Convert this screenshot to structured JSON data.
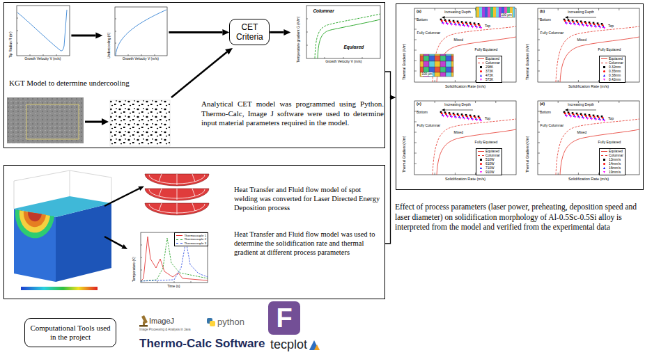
{
  "diagram": {
    "nodes": [
      {
        "text": [
          "KGT Model to determine undercooling",
          "Analytical CET model was programmed using Python. Thermo-Calc, Image J software were used to determine input material parameters required in the model."
        ]
      },
      {
        "text": [
          "Tip Radius R (m)",
          "Growth Velocity V (m/s)"
        ],
        "in": 0
      },
      {
        "text": [
          "Undercooling (K)",
          "Growth Velocity V (m/s)"
        ],
        "in": 0
      },
      {
        "text": [
          "CET Criteria"
        ],
        "in": 0
      },
      {
        "text": [
          "Columnar",
          "Equiaxed",
          "Temperature gradient G (K/m)",
          "Growth Velocity V (m/s)"
        ],
        "in": 0
      },
      {
        "text": [
          "Heat Transfer and Fluid flow model of spot welding was converted for Laser Directed Energy Deposition process",
          "Heat Transfer and Fluid flow model was used to determine the solidification rate and thermal gradient at different process parameters"
        ]
      },
      {
        "text": [
          "Temperature (K)",
          "Time (s)"
        ],
        "in": 5
      },
      {
        "text": [
          "Computational Tools used in the project"
        ]
      },
      {
        "text": [
          "Effect of process parameters (laser power, preheating, deposition speed and laser diameter) on solidification morphology of Al-0.5Sc-0.5Si alloy is interpreted from the model and verified from the experimental data"
        ]
      },
      {
        "text": [
          "(a)",
          "Increasing Depth",
          "Bottom",
          "Top",
          "Fully Columnar",
          "Mixed",
          "Fully Equiaxed",
          "Thermal Gradient (K/m)",
          "Solidification Rate (m/s)",
          "100 µm",
          "100 µm"
        ],
        "in": 8
      },
      {
        "text": [
          "(b)",
          "Increasing Depth",
          "Bottom",
          "Top",
          "Fully Columnar",
          "Mixed",
          "Fully Equiaxed",
          "Thermal Gradient (K/m)",
          "Solidification Rate (m/s)"
        ],
        "in": 8
      },
      {
        "text": [
          "(c)",
          "Increasing Depth",
          "Bottom",
          "Top",
          "Fully Columnar",
          "Mixed",
          "Fully Equiaxed",
          "Thermal Gradient (K/m)",
          "Solidification Rate (m/s)"
        ],
        "in": 8
      },
      {
        "text": [
          "(d)",
          "Increasing Depth",
          "Bottom",
          "Top",
          "Fully Columnar",
          "Mixed",
          "Fully Equiaxed",
          "Thermal Gradient (K/m)",
          "Solidification Rate (m/s)"
        ],
        "in": 8
      }
    ],
    "edges": [
      {
        "from": 1,
        "to": 2,
        "arrow": "to"
      },
      {
        "from": 2,
        "to": 3,
        "arrow": "to"
      },
      {
        "from": 3,
        "to": 4,
        "arrow": "to"
      },
      {
        "from": 0,
        "to": 8,
        "arrow": "to"
      },
      {
        "from": 5,
        "to": 8,
        "arrow": "to"
      }
    ],
    "labels": [
      "ImageJ",
      "Image Processing & Analysis in Java",
      "python",
      "F",
      "Thermo-Calc Software",
      "tecplot"
    ],
    "legend": [
      {
        "text": "Equiaxed"
      },
      {
        "text": "Columnar"
      },
      {
        "text": "298K",
        "color": "#000000"
      },
      {
        "text": "373K",
        "color": "#ff0000"
      },
      {
        "text": "473K",
        "color": "#0000ff"
      },
      {
        "text": "573K",
        "color": "#ff00ff"
      },
      {
        "text": "Equiaxed"
      },
      {
        "text": "Columnar"
      },
      {
        "text": "0.32mm",
        "color": "#000000"
      },
      {
        "text": "0.35mm",
        "color": "#ff0000"
      },
      {
        "text": "0.38mm",
        "color": "#0000ff"
      },
      {
        "text": "0.42mm",
        "color": "#ff00ff"
      },
      {
        "text": "Equiaxed"
      },
      {
        "text": "Columnar"
      },
      {
        "text": "510W",
        "color": "#000000"
      },
      {
        "text": "610W",
        "color": "#ff0000"
      },
      {
        "text": "710W",
        "color": "#0000ff"
      },
      {
        "text": "910W",
        "color": "#ff00ff"
      },
      {
        "text": "Equiaxed"
      },
      {
        "text": "Columnar"
      },
      {
        "text": "13mm/s",
        "color": "#000000"
      },
      {
        "text": "14mm/s",
        "color": "#ff0000"
      },
      {
        "text": "16mm/s",
        "color": "#0000ff"
      },
      {
        "text": "19mm/s",
        "color": "#ff00ff"
      },
      {
        "text": "Thermocouple 1"
      },
      {
        "text": "Thermocouple 2"
      },
      {
        "text": "Thermocouple 3"
      }
    ]
  }
}
